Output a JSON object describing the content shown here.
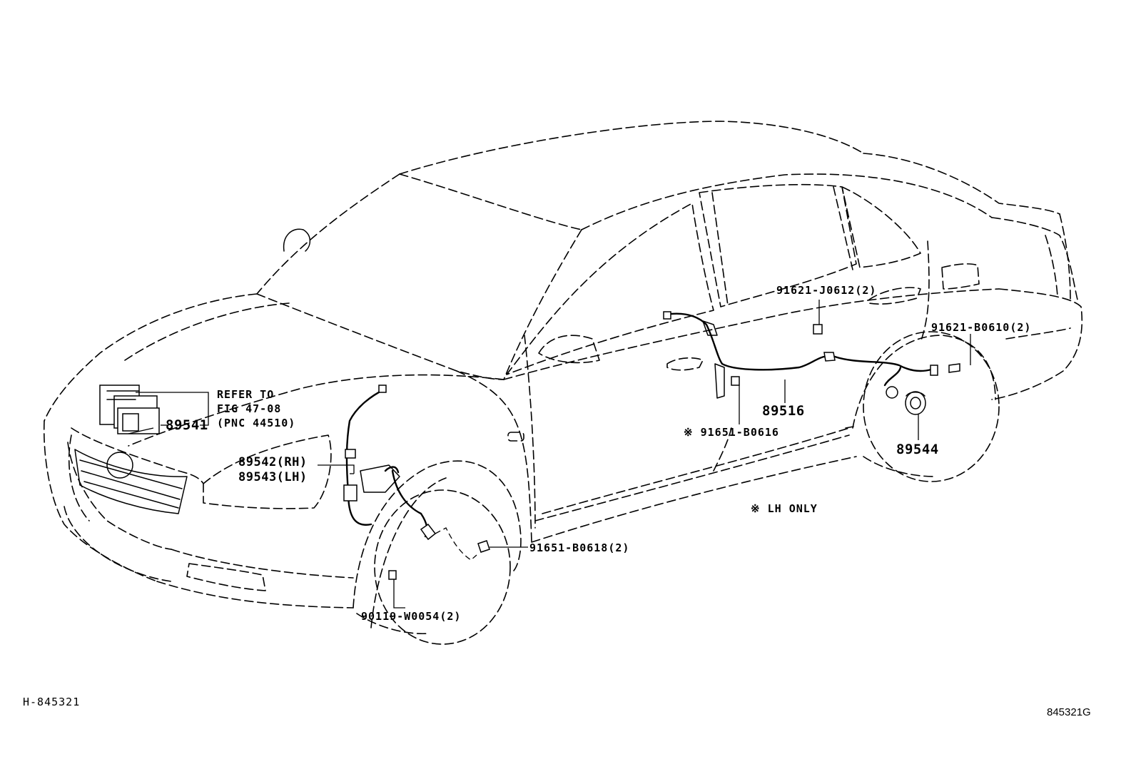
{
  "labels": {
    "refer_line1": "REFER TO",
    "refer_line2": "FIG 47-08",
    "refer_line3": "(PNC 44510)",
    "p89541": "89541",
    "p89542": "89542(RH)",
    "p89543": "89543(LH)",
    "p89516": "89516",
    "p91651_b0616": "※ 91651-B0616",
    "p91621_j0612": "91621-J0612(2)",
    "p91621_b0610": "91621-B0610(2)",
    "p89544": "89544",
    "lh_only": "※  LH ONLY",
    "p91651_b0618": "91651-B0618(2)",
    "p90119_w0054": "90119-W0054(2)"
  },
  "footer": {
    "diagram_id": "H-845321",
    "figure_code": "845321G"
  }
}
